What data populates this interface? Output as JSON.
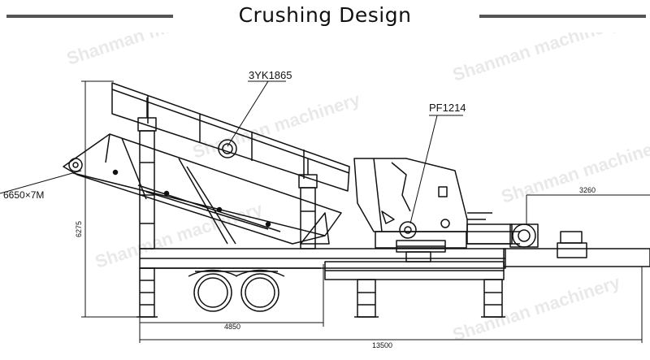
{
  "header": {
    "title": "Crushing Design"
  },
  "labels": {
    "screen_model": "3YK1865",
    "crusher_model": "PF1214",
    "feeder_model": "6650×7M",
    "height_dim": "6275",
    "width_dim": "3260",
    "axle_dim": "4850",
    "overall_length": "13500"
  },
  "watermark": {
    "text": "Shanman machinery"
  },
  "colors": {
    "line": "#111111",
    "rule": "#555555"
  }
}
